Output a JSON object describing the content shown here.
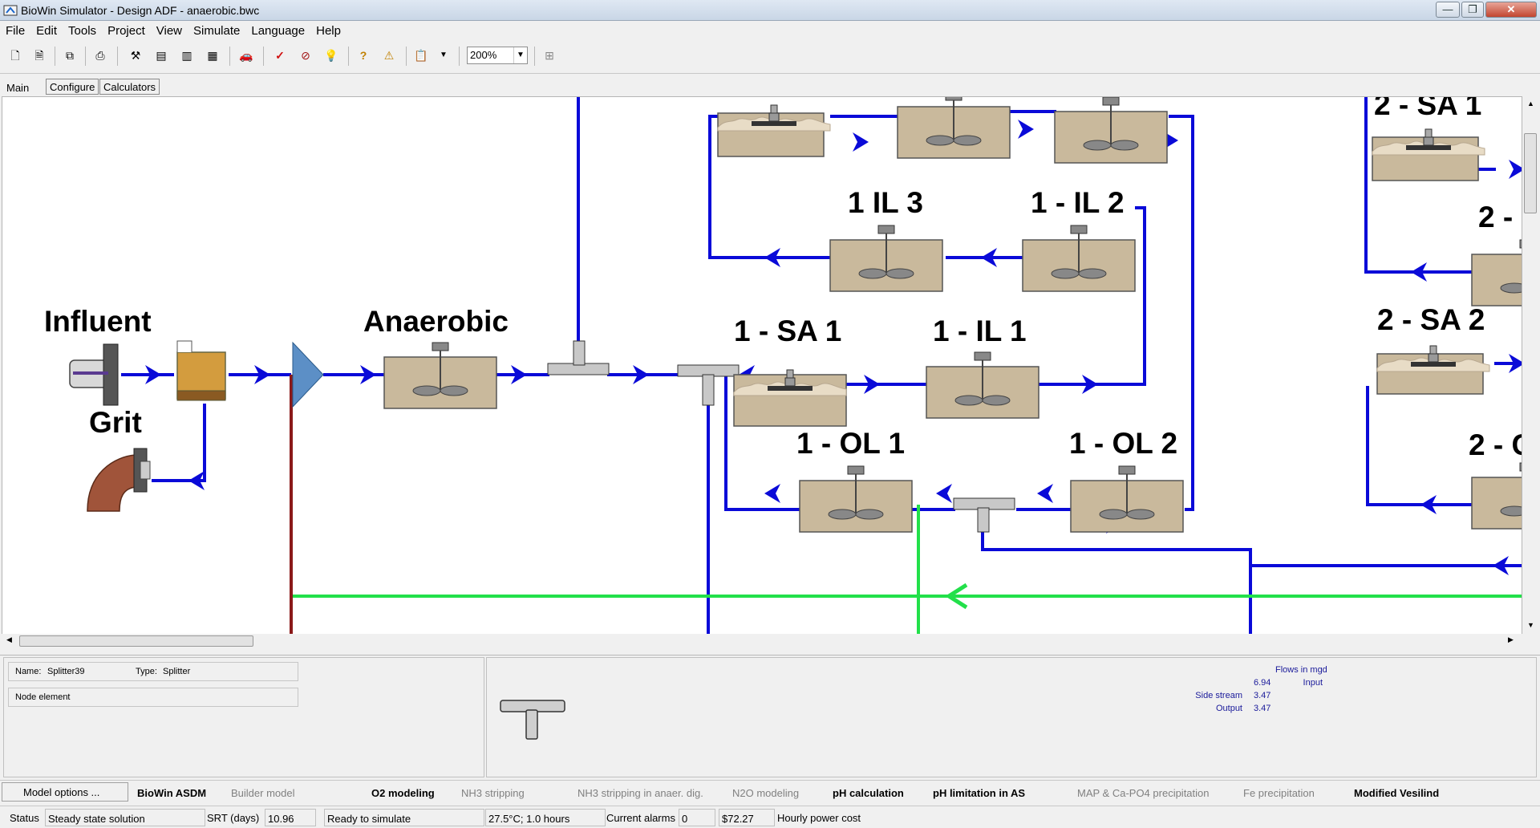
{
  "window": {
    "title": "BioWin Simulator - Design ADF - anaerobic.bwc"
  },
  "menu": [
    "File",
    "Edit",
    "Tools",
    "Project",
    "View",
    "Simulate",
    "Language",
    "Help"
  ],
  "toolbar": {
    "zoom": "200%"
  },
  "tabs": [
    "Main",
    "Configure",
    "Calculators"
  ],
  "diagram": {
    "labels": {
      "influent": "Influent",
      "grit": "Grit",
      "anaerobic": "Anaerobic",
      "sa1_1": "1 - SA 1",
      "il1_1": "1 - IL 1",
      "il3_1": "1 IL 3",
      "il2_1": "1 - IL 2",
      "ol1_1": "1 - OL 1",
      "ol2_1": "1 - OL 2",
      "sa1_2": "2 - SA 1",
      "sa2_2": "2 - SA 2",
      "cut_2a": "2 -",
      "cut_2b": "2 - C"
    }
  },
  "selection": {
    "name_label": "Name:",
    "name_value": "Splitter39",
    "type_label": "Type:",
    "type_value": "Splitter",
    "kind": "Node element"
  },
  "flows": {
    "header": "Flows in",
    "unit": "mgd",
    "rows": [
      {
        "label": "Input",
        "value": "6.94"
      },
      {
        "label": "Side stream",
        "value": "3.47"
      },
      {
        "label": "Output",
        "value": "3.47"
      }
    ]
  },
  "model_bar": [
    {
      "label": "Model options ...",
      "state": "button"
    },
    {
      "label": "BioWin ASDM",
      "state": "on"
    },
    {
      "label": "Builder model",
      "state": "off"
    },
    {
      "label": "O2 modeling",
      "state": "on"
    },
    {
      "label": "NH3 stripping",
      "state": "off"
    },
    {
      "label": "NH3 stripping in anaer. dig.",
      "state": "off"
    },
    {
      "label": "N2O modeling",
      "state": "off"
    },
    {
      "label": "pH calculation",
      "state": "on"
    },
    {
      "label": "pH limitation in AS",
      "state": "on"
    },
    {
      "label": "MAP & Ca-PO4 precipitation",
      "state": "off"
    },
    {
      "label": "Fe precipitation",
      "state": "off"
    },
    {
      "label": "Modified Vesilind",
      "state": "on"
    }
  ],
  "status": {
    "status_label": "Status",
    "status_value": "Steady state solution",
    "srt_label": "SRT (days)",
    "srt_value": "10.96",
    "ready": "Ready to simulate",
    "temp": "27.5°C; 1.0 hours",
    "alarms_label": "Current alarms",
    "alarms_value": "0",
    "cost_value": "$72.27",
    "cost_label": "Hourly power cost"
  },
  "colors": {
    "pipe": "#0a0ad8",
    "recycle": "#22e04a",
    "waste": "#8b1a1a",
    "tank": "#c8b89a"
  }
}
